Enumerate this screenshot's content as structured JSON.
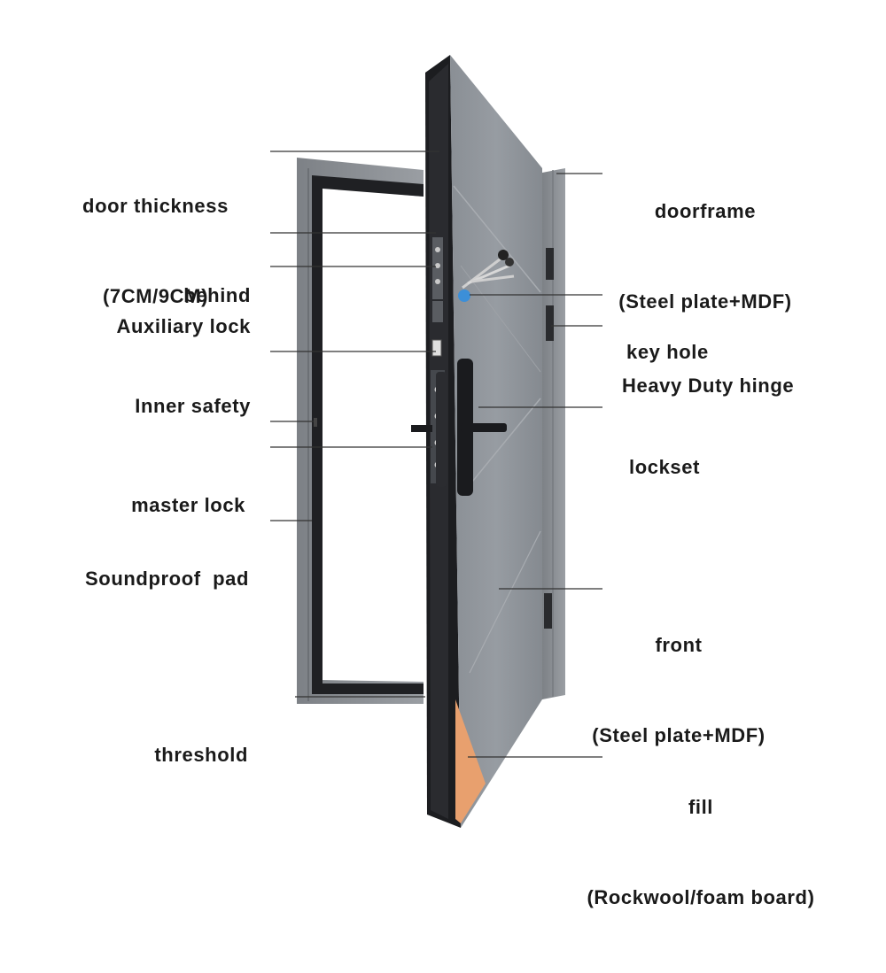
{
  "diagram": {
    "left_labels": [
      {
        "id": "door-thickness",
        "lines": [
          "door thickness",
          "(7CM/9CM)"
        ]
      },
      {
        "id": "behind",
        "lines": [
          "behind"
        ]
      },
      {
        "id": "auxiliary-lock",
        "lines": [
          "Auxiliary lock"
        ]
      },
      {
        "id": "inner-safety",
        "lines": [
          "Inner safety"
        ]
      },
      {
        "id": "master-lock",
        "lines": [
          "master lock"
        ]
      },
      {
        "id": "soundproof-pad",
        "lines": [
          "Soundproof  pad"
        ]
      },
      {
        "id": "threshold",
        "lines": [
          "threshold"
        ]
      }
    ],
    "right_labels": [
      {
        "id": "doorframe",
        "lines": [
          "doorframe",
          "(Steel plate+MDF)"
        ]
      },
      {
        "id": "key-hole",
        "lines": [
          "key hole"
        ]
      },
      {
        "id": "heavy-duty-hinge",
        "lines": [
          "Heavy Duty hinge"
        ]
      },
      {
        "id": "lockset",
        "lines": [
          "lockset"
        ]
      },
      {
        "id": "front",
        "lines": [
          "front",
          "(Steel plate+MDF)"
        ]
      },
      {
        "id": "fill",
        "lines": [
          "fill",
          "(Rockwool/foam board)"
        ]
      }
    ]
  },
  "colors": {
    "door_panel": "#8b9096",
    "door_edge": "#1c1d20",
    "frame": "#8a8e93",
    "frame_inner": "#1e1f22",
    "fill_foam": "#e8a06e",
    "leader_line": "#333333",
    "text": "#1a1a1a"
  }
}
